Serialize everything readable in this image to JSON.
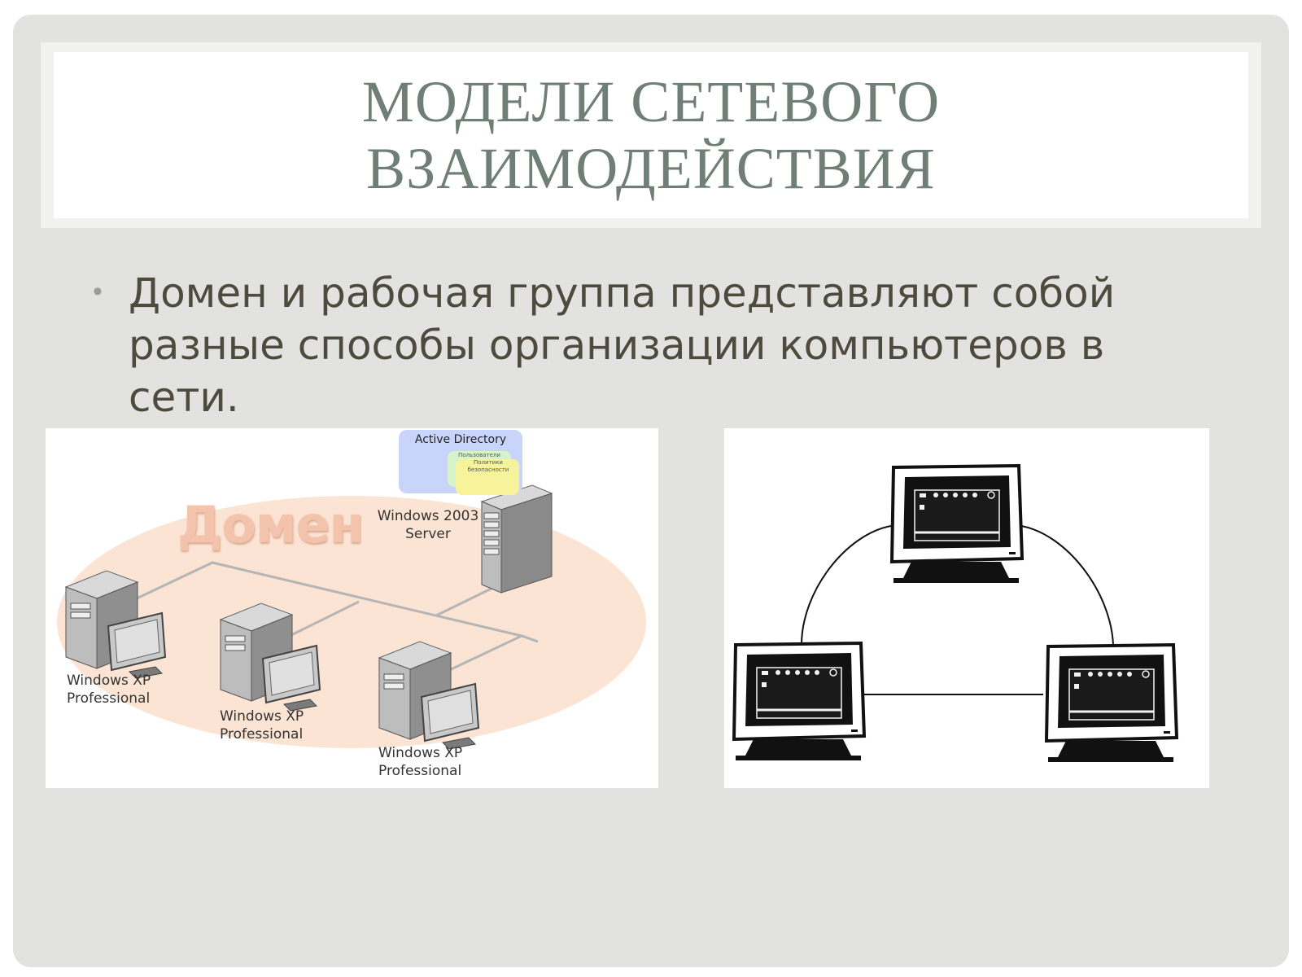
{
  "title": "МОДЕЛИ СЕТЕВОГО\nВЗАИМОДЕЙСТВИЯ",
  "bullet": "Домен и рабочая группа представляют собой разные способы организации компьютеров в сети.",
  "domain_diagram": {
    "domain_label": "Домен",
    "active_directory": {
      "title": "Active Directory",
      "users": "Пользователи",
      "policy": "Политики\nбезопасности"
    },
    "server_label": "Windows 2003\nServer",
    "client_labels": [
      "Windows XP\nProfessional",
      "Windows XP\nProfessional",
      "Windows XP\nProfessional"
    ]
  },
  "colors": {
    "slide_bg": "#e2e2e1",
    "title_text": "#6f7f76",
    "body_text": "#4f4a3e",
    "domain_ellipse": "#fbe4d3",
    "domain_word": "#f3c3ac"
  }
}
